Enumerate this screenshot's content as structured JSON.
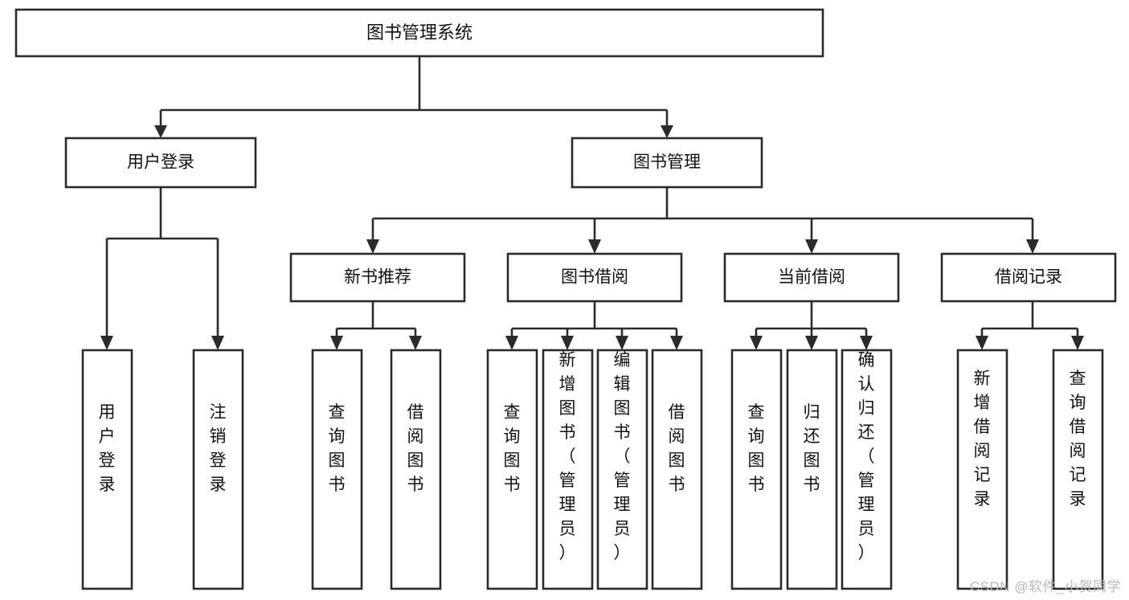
{
  "diagram": {
    "type": "tree",
    "title": "图书管理系统",
    "watermark": "CSDN @软件_小贺同学",
    "colors": {
      "stroke": "#2b2b2b",
      "fill": "#ffffff",
      "text": "#111111",
      "watermark": "#b9b9b9"
    },
    "nodes": {
      "root": {
        "label": "图书管理系统"
      },
      "level2": [
        {
          "label": "用户登录"
        },
        {
          "label": "图书管理"
        }
      ],
      "level3": [
        {
          "label": "新书推荐"
        },
        {
          "label": "图书借阅"
        },
        {
          "label": "当前借阅"
        },
        {
          "label": "借阅记录"
        }
      ],
      "leaves": {
        "user_login": [
          {
            "label": "用户登录"
          },
          {
            "label": "注销登录"
          }
        ],
        "new_book": [
          {
            "label": "查询图书"
          },
          {
            "label": "借阅图书"
          }
        ],
        "borrow": [
          {
            "label": "查询图书"
          },
          {
            "label": "新增图书（管理员）"
          },
          {
            "label": "编辑图书（管理员）"
          },
          {
            "label": "借阅图书"
          }
        ],
        "current": [
          {
            "label": "查询图书"
          },
          {
            "label": "归还图书"
          },
          {
            "label": "确认归还（管理员）"
          }
        ],
        "records": [
          {
            "label": "新增借阅记录"
          },
          {
            "label": "查询借阅记录"
          }
        ]
      }
    }
  }
}
